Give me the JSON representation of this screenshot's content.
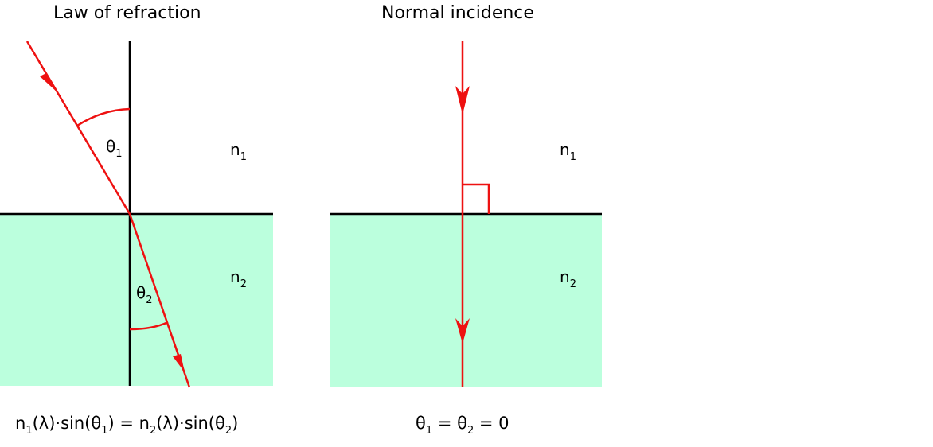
{
  "panels": [
    {
      "title": "Law of refraction",
      "n1": "n",
      "n1_sub": "1",
      "n2": "n",
      "n2_sub": "2",
      "theta1": "θ",
      "theta1_sub": "1",
      "theta2": "θ",
      "theta2_sub": "2",
      "equation": {
        "p1": "n",
        "s1": "1",
        "p2": "(λ)·sin(θ",
        "s2": "1",
        "p3": ") = n",
        "s3": "2",
        "p4": "(λ)·sin(θ",
        "s4": "2",
        "p5": ")"
      }
    },
    {
      "title": "Normal incidence",
      "n1": "n",
      "n1_sub": "1",
      "n2": "n",
      "n2_sub": "2",
      "equation": {
        "p1": "θ",
        "s1": "1",
        "p2": " = θ",
        "s2": "2",
        "p3": " = 0"
      }
    }
  ],
  "colors": {
    "ray": "#ee1111",
    "medium2": "#bbffdd",
    "line": "#000000"
  }
}
